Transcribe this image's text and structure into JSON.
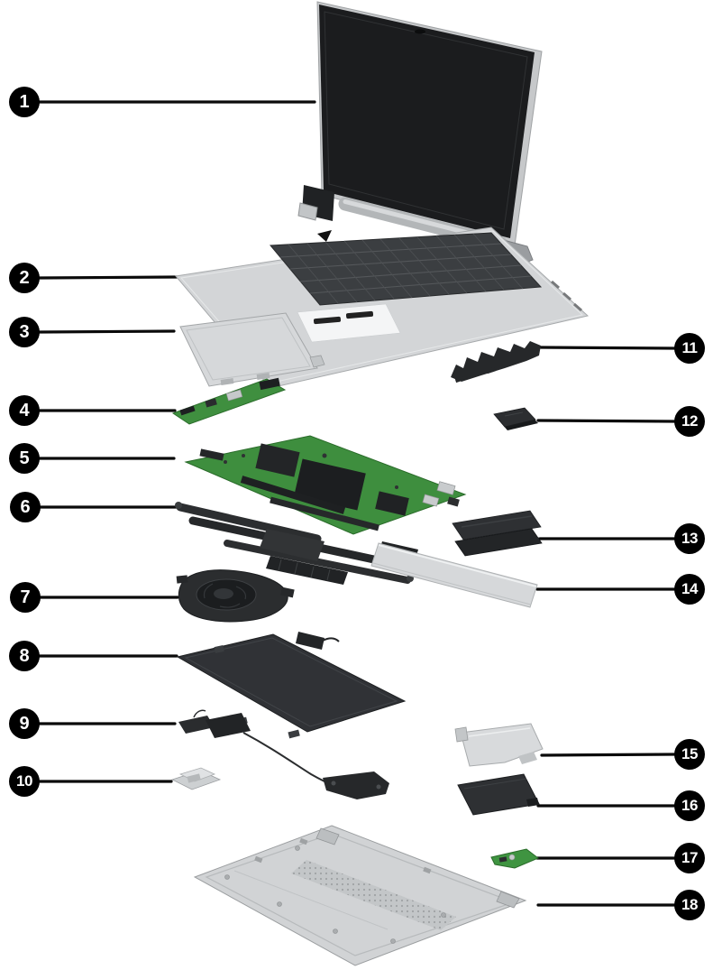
{
  "figure": {
    "type": "exploded-view-diagram",
    "subject": "Laptop component identification figure with numbered callouts",
    "background_color": "#ffffff",
    "callout_count": 18
  },
  "palette": {
    "callout_background": "#000000",
    "callout_number_color": "#ffffff",
    "leader_line_color": "#0a0a0a",
    "circuit_board_green": "#3e8e3e",
    "metal_silver": "#d2d4d6",
    "dark_component": "#2b2d2f",
    "screen_black": "#1b1c1e"
  },
  "callouts": [
    {
      "number": "1"
    },
    {
      "number": "2"
    },
    {
      "number": "3"
    },
    {
      "number": "4"
    },
    {
      "number": "5"
    },
    {
      "number": "6"
    },
    {
      "number": "7"
    },
    {
      "number": "8"
    },
    {
      "number": "9"
    },
    {
      "number": "10"
    },
    {
      "number": "11"
    },
    {
      "number": "12"
    },
    {
      "number": "13"
    },
    {
      "number": "14"
    },
    {
      "number": "15"
    },
    {
      "number": "16"
    },
    {
      "number": "17"
    },
    {
      "number": "18"
    }
  ]
}
